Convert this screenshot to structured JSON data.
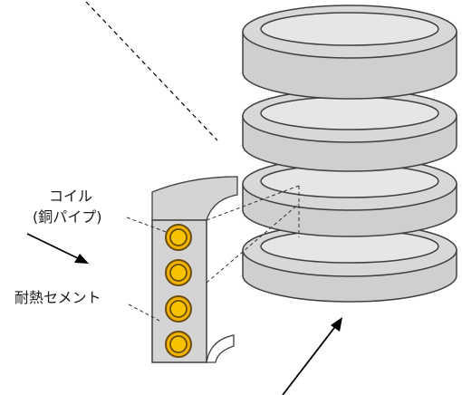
{
  "labels": {
    "coil_line1": "コイル",
    "coil_line2": "(銅パイプ)",
    "cement": "耐熱セメント"
  },
  "colors": {
    "ring_fill": "#d0d0d0",
    "ring_stroke": "#404040",
    "coil_fill": "#f2b200",
    "coil_ring": "#7a5a10",
    "line": "#000000"
  }
}
